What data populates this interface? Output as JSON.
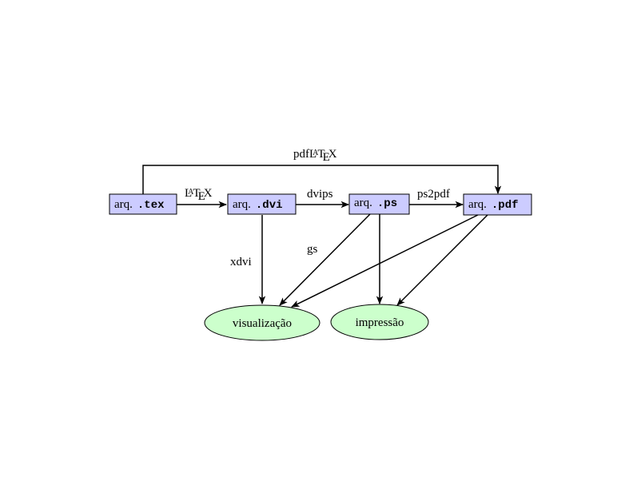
{
  "colors": {
    "file_fill": "#ccccff",
    "output_fill": "#ccffcc",
    "stroke": "#000000"
  },
  "nodes": {
    "tex": {
      "prefix": "arq.",
      "ext": ".tex"
    },
    "dvi": {
      "prefix": "arq.",
      "ext": ".dvi"
    },
    "ps": {
      "prefix": "arq.",
      "ext": ".ps"
    },
    "pdf": {
      "prefix": "arq.",
      "ext": ".pdf"
    },
    "view": {
      "label": "visualização"
    },
    "print": {
      "label": "impressão"
    }
  },
  "edges": {
    "pdflatex": {
      "pre": "pdf",
      "l": "L",
      "a": "A",
      "t": "T",
      "e": "E",
      "x": "X"
    },
    "latex": {
      "l": "L",
      "a": "A",
      "t": "T",
      "e": "E",
      "x": "X"
    },
    "dvips": "dvips",
    "ps2pdf": "ps2pdf",
    "xdvi": "xdvi",
    "gs": "gs"
  }
}
